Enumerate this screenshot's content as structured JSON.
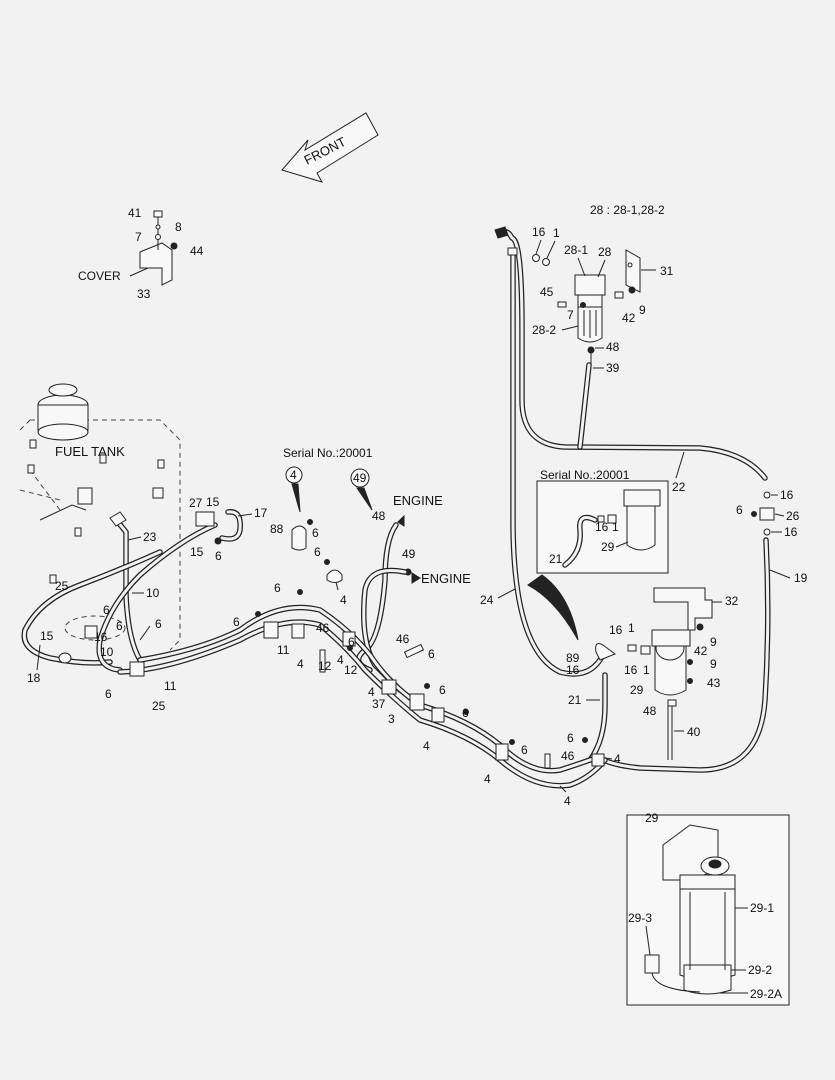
{
  "front_arrow": "FRONT",
  "legend_28": "28 : 28-1,28-2",
  "serial_top": "Serial No.:20001",
  "serial_box": "Serial No.:20001",
  "callout_4": "4",
  "callout_49": "49",
  "fuel_tank": "FUEL TANK",
  "cover": "COVER",
  "engine_1": "ENGINE",
  "engine_2": "ENGINE",
  "detail_29": "29",
  "detail_labels": {
    "a": "29-1",
    "b": "29-2",
    "c": "29-2A",
    "d": "29-3"
  },
  "labels": {
    "l41": "41",
    "l8": "8",
    "l7a": "7",
    "l44": "44",
    "l33": "33",
    "l16a": "16",
    "l1a": "1",
    "l28_1": "28-1",
    "l28": "28",
    "l31": "31",
    "l45": "45",
    "l7b": "7",
    "l42a": "42",
    "l9a": "9",
    "l28_2": "28-2",
    "l48a": "48",
    "l39": "39",
    "l22": "22",
    "l16b": "16",
    "l6a": "6",
    "l26": "26",
    "l16c": "16",
    "l19": "19",
    "l16d": "16",
    "l1b": "1",
    "l21a": "21",
    "l29a": "29",
    "l24": "24",
    "l32": "32",
    "l16e": "16",
    "l1c": "1",
    "l89": "89",
    "l16f": "16",
    "l16g": "16",
    "l1d": "1",
    "l9b": "9",
    "l42b": "42",
    "l9c": "9",
    "l43": "43",
    "l21b": "21",
    "l29b": "29",
    "l48b": "48",
    "l40": "40",
    "l27": "27",
    "l15a": "15",
    "l17": "17",
    "l23": "23",
    "l15b": "15",
    "l6b": "6",
    "l88": "88",
    "l6c": "6",
    "l6d": "6",
    "l4a": "4",
    "l48c": "48",
    "l49": "49",
    "l25a": "25",
    "l10a": "10",
    "l6e": "6",
    "l6f": "6",
    "l16h": "16",
    "l6g": "6",
    "l15c": "15",
    "l10b": "10",
    "l18": "18",
    "l11a": "11",
    "l6h": "6",
    "l25b": "25",
    "l6i": "6",
    "l6j": "6",
    "l11b": "11",
    "l4b": "4",
    "l46a": "46",
    "l6k": "6",
    "l12a": "12",
    "l4c": "4",
    "l12b": "12",
    "l46b": "46",
    "l6l": "6",
    "l4d": "4",
    "l37": "37",
    "l3": "3",
    "l6m": "6",
    "l6n": "6",
    "l4e": "4",
    "l6o": "6",
    "l4f": "4",
    "l6p": "6",
    "l46c": "46",
    "l4g": "4",
    "l4h": "4"
  }
}
